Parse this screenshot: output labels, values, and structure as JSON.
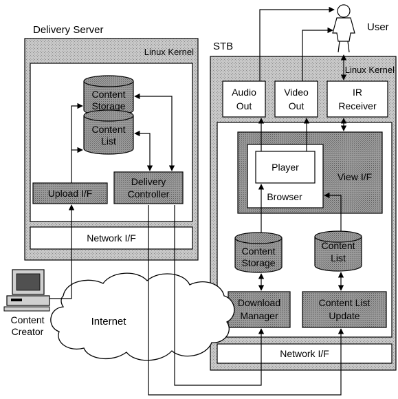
{
  "delivery_server": {
    "title": "Delivery Server",
    "kernel": "Linux Kernel",
    "content_storage": [
      "Content",
      "Storage"
    ],
    "content_list": [
      "Content",
      "List"
    ],
    "upload_if": "Upload I/F",
    "delivery_controller": [
      "Delivery",
      "Controller"
    ],
    "network_if": "Network I/F"
  },
  "stb": {
    "title": "STB",
    "kernel": "Linux Kernel",
    "audio_out": [
      "Audio",
      "Out"
    ],
    "video_out": [
      "Video",
      "Out"
    ],
    "ir_receiver": [
      "IR",
      "Receiver"
    ],
    "player": "Player",
    "browser": "Browser",
    "view_if": "View I/F",
    "content_storage": [
      "Content",
      "Storage"
    ],
    "content_list": [
      "Content",
      "List"
    ],
    "download_manager": [
      "Download",
      "Manager"
    ],
    "content_list_update": [
      "Content List",
      "Update"
    ],
    "network_if": "Network I/F"
  },
  "user_label": "User",
  "content_creator": [
    "Content",
    "Creator"
  ],
  "internet_label": "Internet",
  "colors": {
    "light_gray": "#cfcfcf",
    "mid_gray": "#a9a9a9",
    "dark_gray": "#8c8c8c",
    "white": "#ffffff",
    "line": "#000000"
  }
}
